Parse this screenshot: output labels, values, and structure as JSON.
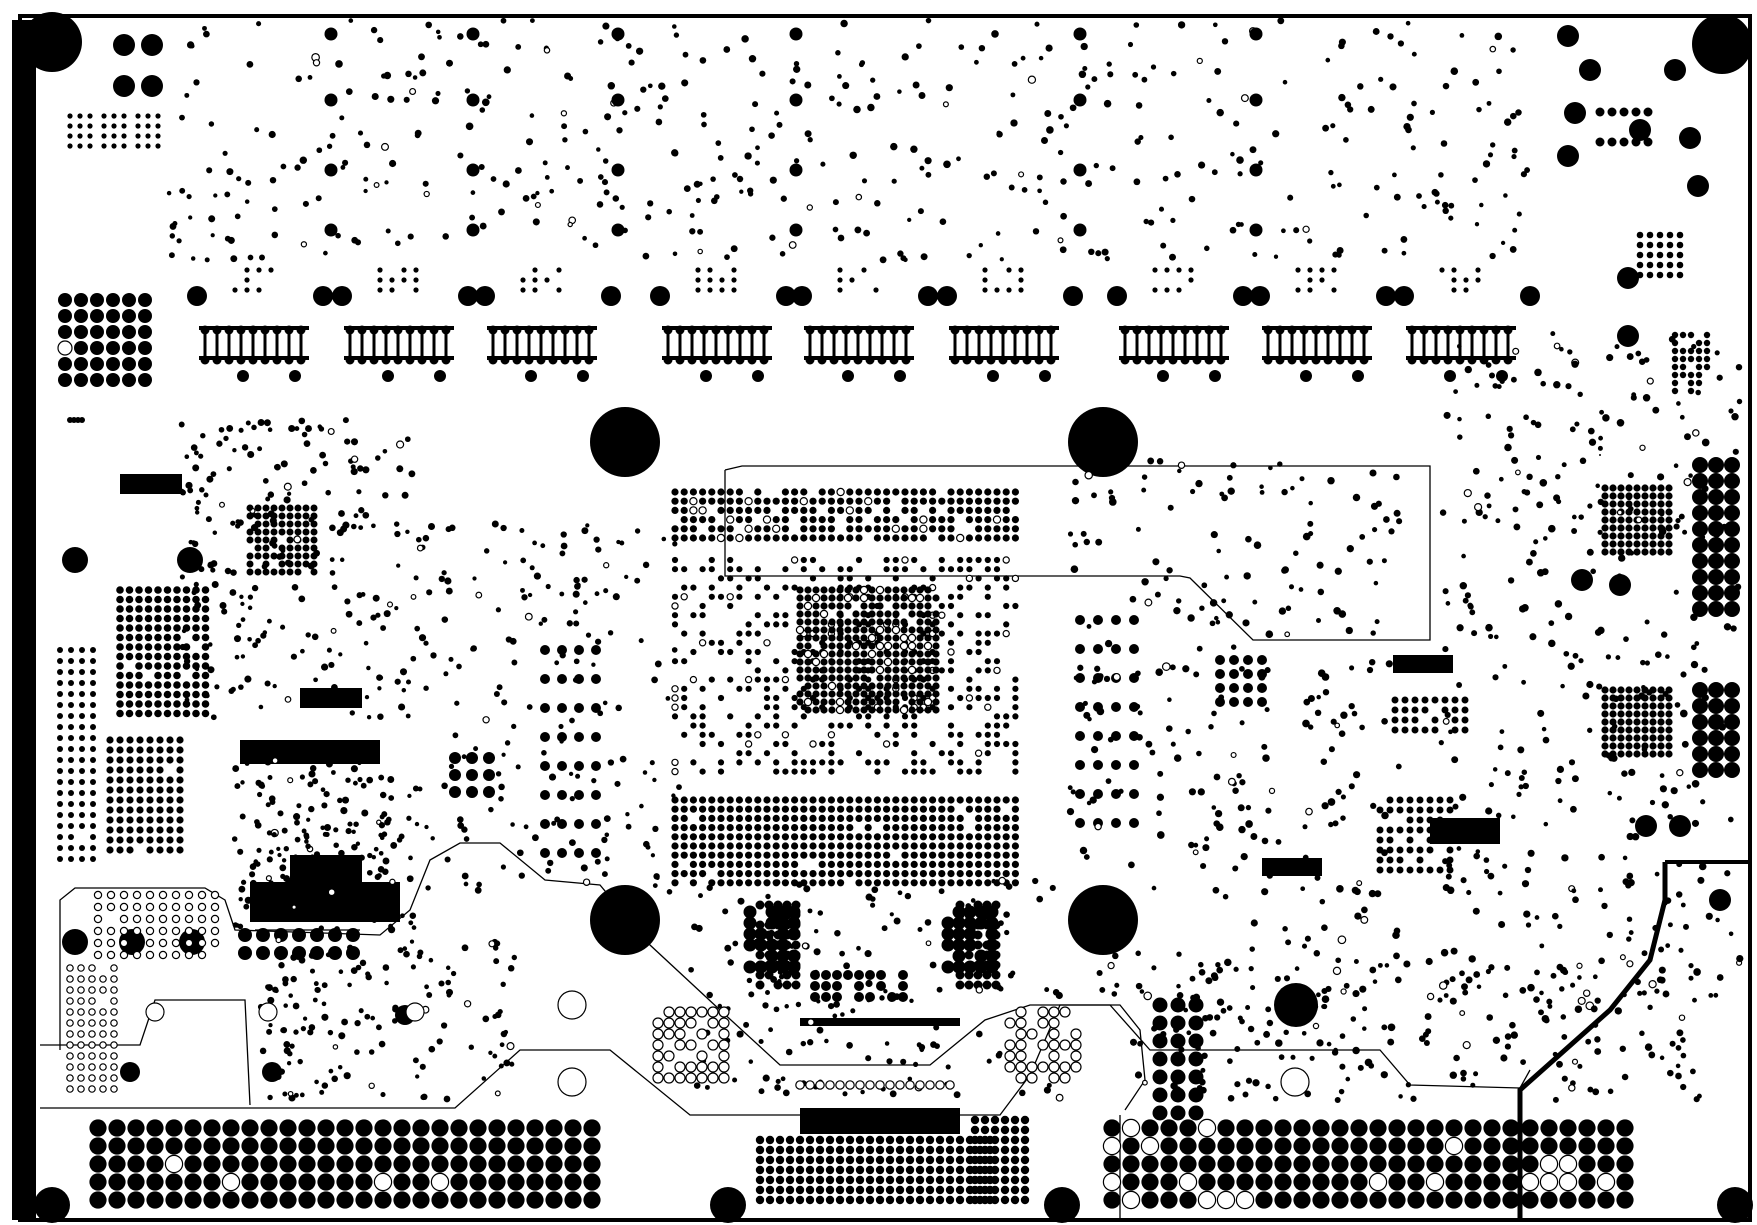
{
  "figure": {
    "kind": "pcb-drill-map",
    "background": "#ffffff",
    "ink": "#000000",
    "text": []
  },
  "features": {
    "mounting_holes": 8,
    "fiducials_visible": true,
    "bga_fields": 3,
    "edge_connector_rows": 6
  }
}
